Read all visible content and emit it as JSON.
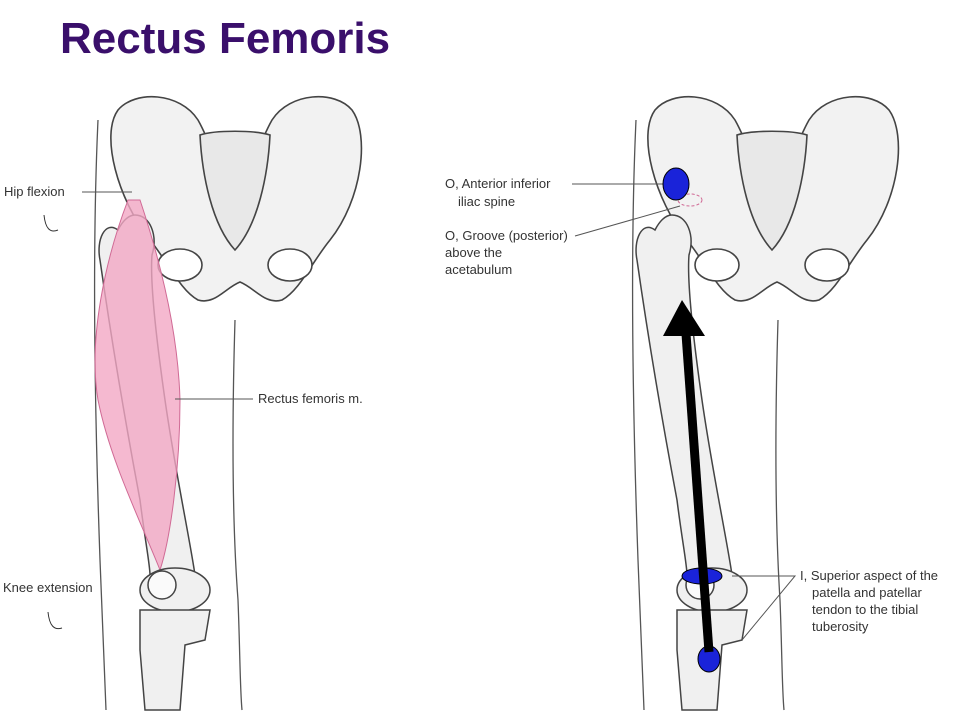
{
  "title": "Rectus Femoris",
  "left": {
    "hip_flexion": "Hip flexion",
    "rectus_femoris": "Rectus femoris m.",
    "knee_extension": "Knee extension"
  },
  "right": {
    "origin1": [
      "O, Anterior inferior",
      "iliac spine"
    ],
    "origin2": [
      "O, Groove (posterior)",
      "above the",
      "acetabulum"
    ],
    "insertion": [
      "I, Superior aspect of the",
      "patella and patellar",
      "tendon to the tibial",
      "tuberosity"
    ]
  },
  "colors": {
    "title": "#3a0f6b",
    "muscle": "#f2a7c4",
    "marker": "#1a23d9",
    "arrow": "#000000"
  }
}
